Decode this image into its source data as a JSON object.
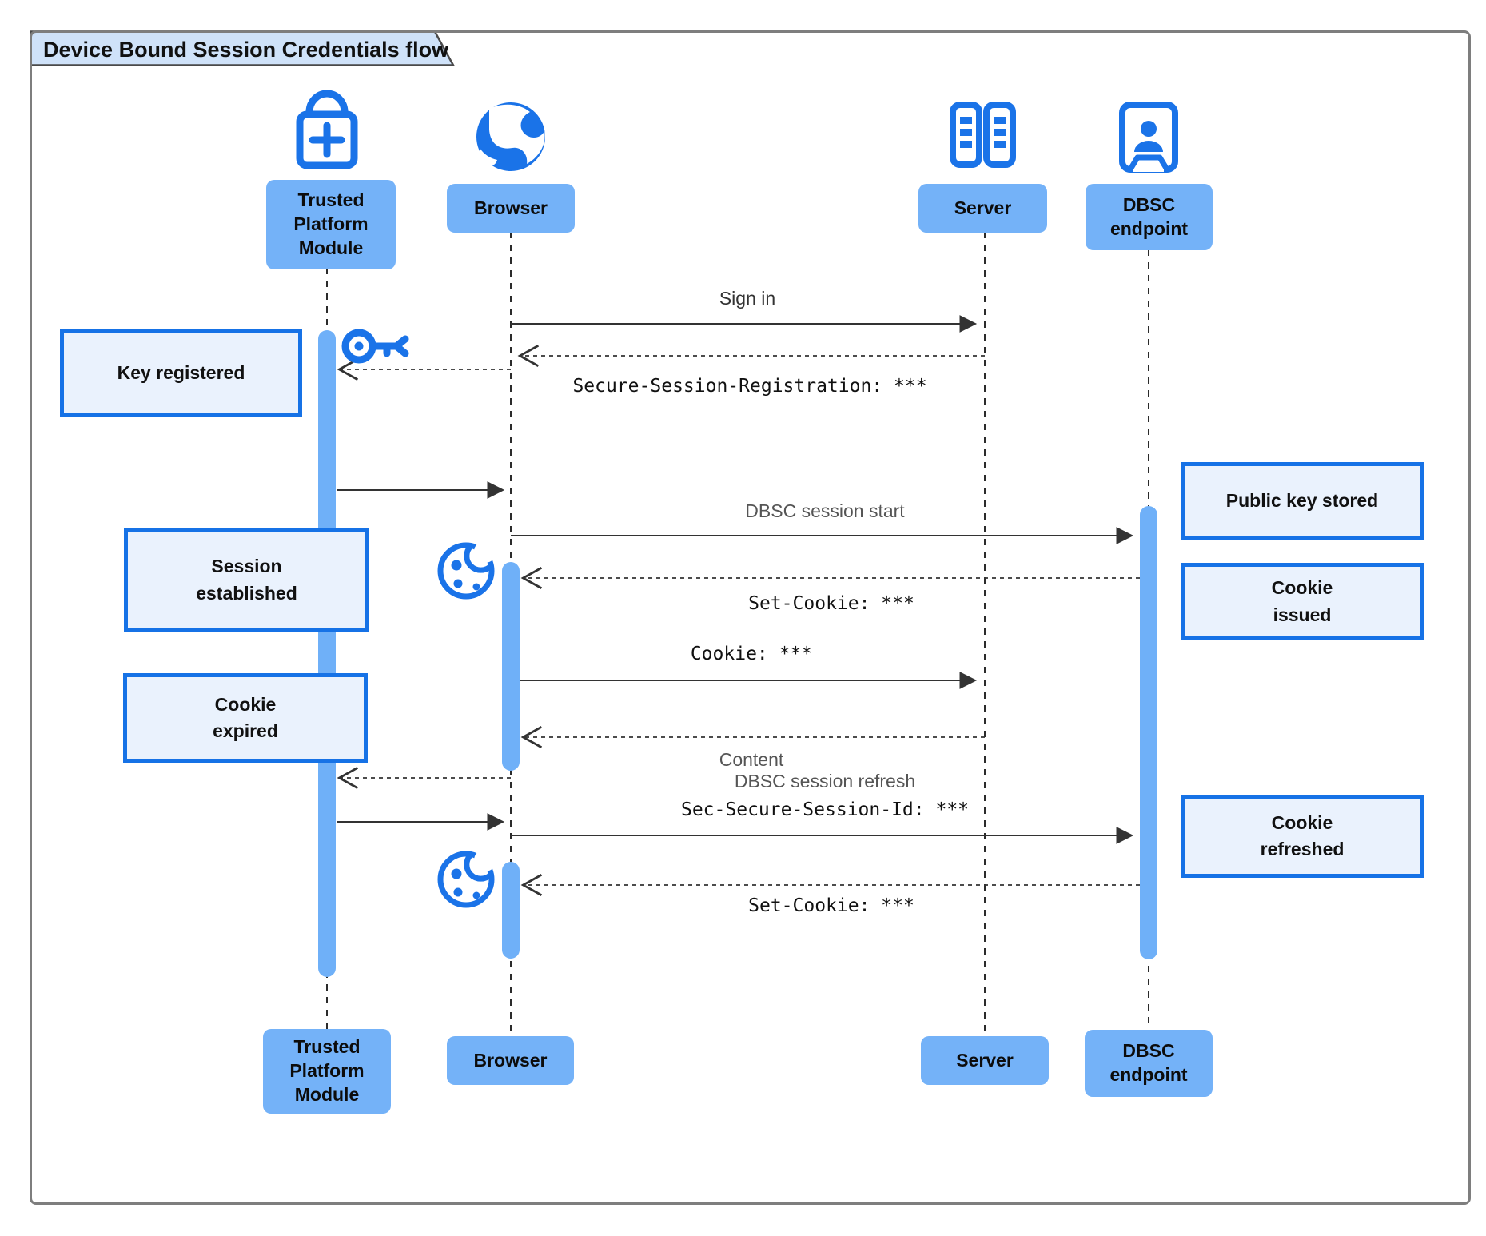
{
  "diagram": {
    "title": "Device Bound Session Credentials flow"
  },
  "actors": {
    "tpm": {
      "label": "Trusted Platform Module",
      "icon": "lock-plus-icon"
    },
    "browser": {
      "label": "Browser",
      "icon": "globe-icon"
    },
    "server": {
      "label": "Server",
      "icon": "server-rack-icon"
    },
    "dbsc": {
      "label": "DBSC endpoint",
      "icon": "id-badge-icon"
    }
  },
  "messages": {
    "sign_in": "Sign in",
    "secure_session_registration": "Secure-Session-Registration: ***",
    "dbsc_session_start": "DBSC session start",
    "set_cookie_1": "Set-Cookie: ***",
    "cookie": "Cookie: ***",
    "content": "Content",
    "dbsc_session_refresh": "DBSC session refresh",
    "sec_secure_session_id": "Sec-Secure-Session-Id: ***",
    "set_cookie_2": "Set-Cookie: ***"
  },
  "notes": {
    "key_registered": {
      "lines": [
        "Key registered"
      ]
    },
    "session_established": {
      "lines": [
        "Session",
        "established"
      ]
    },
    "cookie_expired": {
      "lines": [
        "Cookie",
        "expired"
      ]
    },
    "public_key_stored": {
      "lines": [
        "Public key stored"
      ]
    },
    "cookie_issued": {
      "lines": [
        "Cookie",
        "issued"
      ]
    },
    "cookie_refreshed": {
      "lines": [
        "Cookie",
        "refreshed"
      ]
    }
  },
  "colors": {
    "accent_blue": "#1a73e8",
    "activation_bar_blue": "#6fb0f8",
    "label_box_blue": "#74b2f8",
    "note_fill": "#eaf2fd",
    "note_border": "#1672e6",
    "title_fill": "#cfe2f9",
    "gray_text": "#555555",
    "line_color": "#333333"
  }
}
